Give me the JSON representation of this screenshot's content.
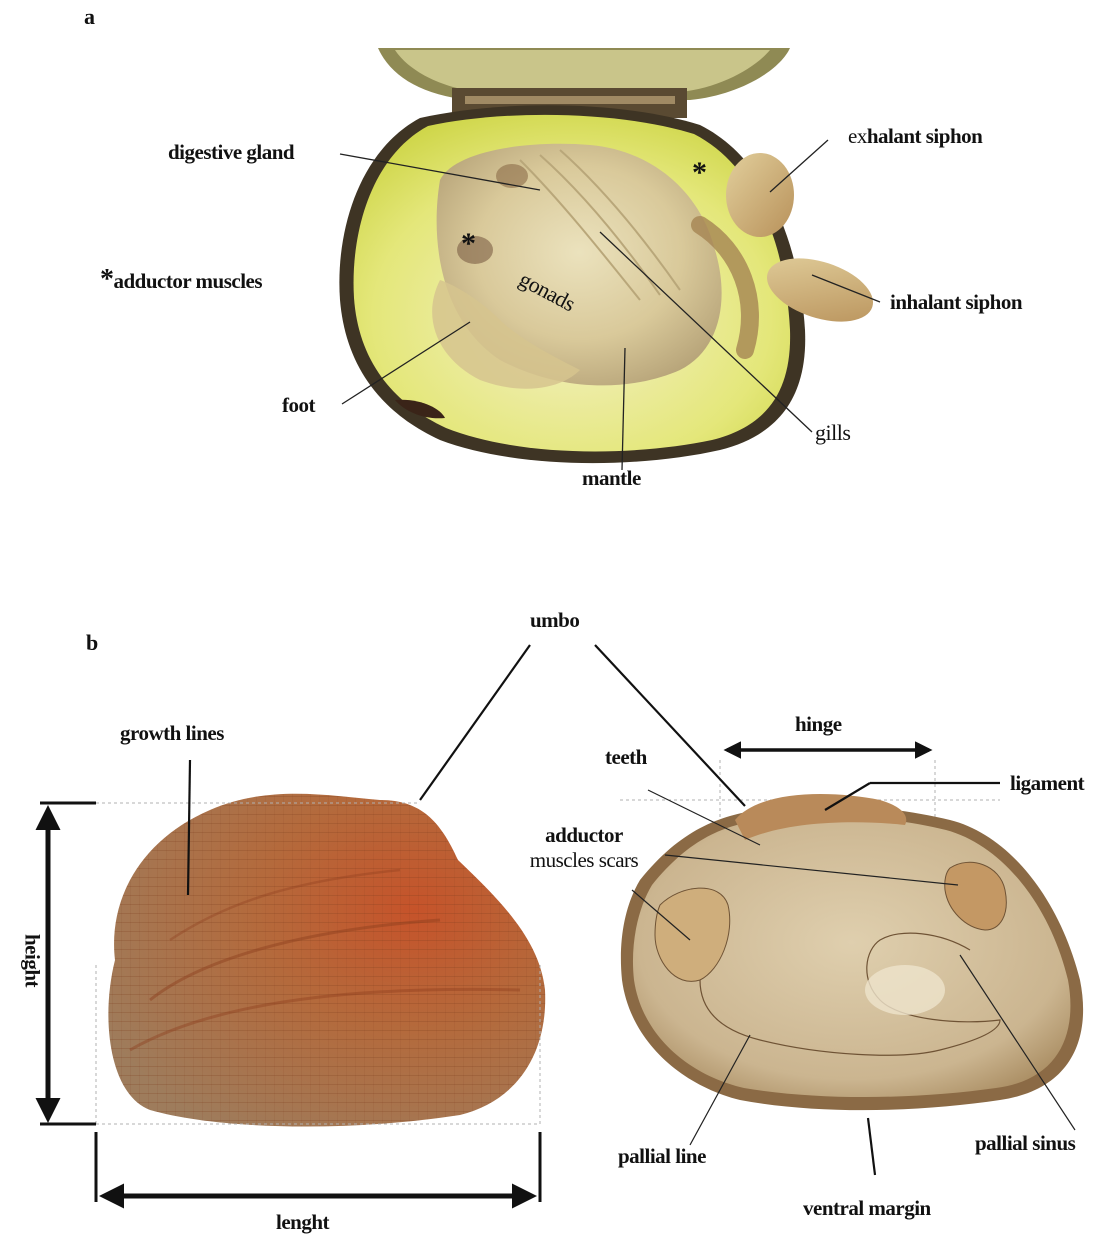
{
  "panels": {
    "a": "a",
    "b": "b"
  },
  "panel_a": {
    "digestive_gland": "digestive gland",
    "exhalant_prefix": "ex",
    "exhalant_rest": "halant siphon",
    "asterisk": "*",
    "adductor_muscles": "adductor muscles",
    "gonads": "gonads",
    "inhalant_siphon": "inhalant siphon",
    "foot": "foot",
    "gills": "gills",
    "mantle": "mantle"
  },
  "panel_b": {
    "umbo": "umbo",
    "growth_lines": "growth lines",
    "hinge": "hinge",
    "teeth": "teeth",
    "ligament": "ligament",
    "adductor_scars_line1": "adductor",
    "adductor_scars_line2": "muscles scars",
    "height": "height",
    "lenght": "lenght",
    "pallial_line": "pallial line",
    "pallial_sinus": "pallial sinus",
    "ventral_margin": "ventral margin"
  },
  "colors": {
    "shell_outer": "#b5683a",
    "shell_inner": "#d8c8a8",
    "clam_body": "#e0d2a0",
    "mantle_green": "#d8e060"
  }
}
